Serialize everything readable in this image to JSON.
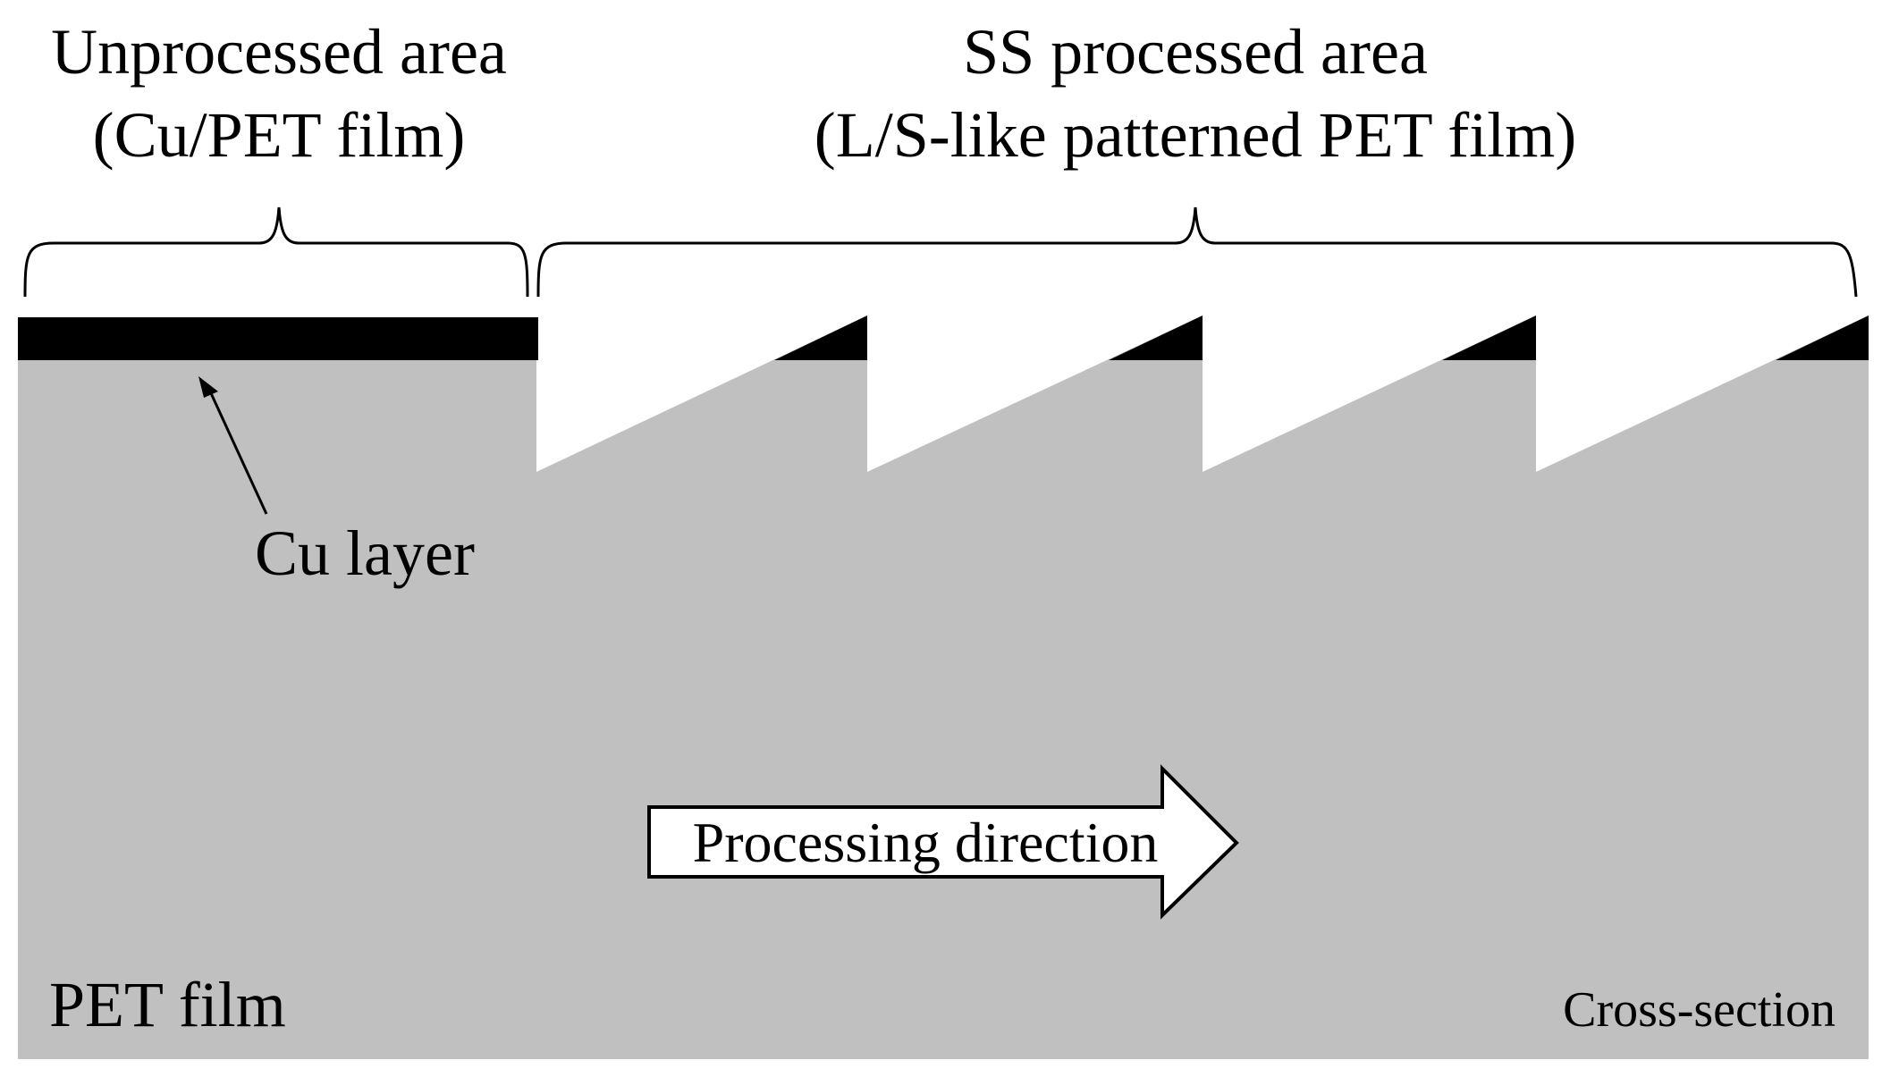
{
  "unprocessed": {
    "title_line1": "Unprocessed area",
    "title_line2": "(Cu/PET film)"
  },
  "processed": {
    "title_line1": "SS processed area",
    "title_line2": "(L/S-like patterned PET film)"
  },
  "labels": {
    "cu_layer": "Cu layer",
    "processing_direction": "Processing direction",
    "pet_film": "PET film",
    "cross_section": "Cross-section"
  },
  "colors": {
    "pet_film": "#c0c0c0",
    "cu_layer": "#000000",
    "background": "#ffffff",
    "outline": "#000000"
  },
  "structure": {
    "pattern_periods": 4
  }
}
